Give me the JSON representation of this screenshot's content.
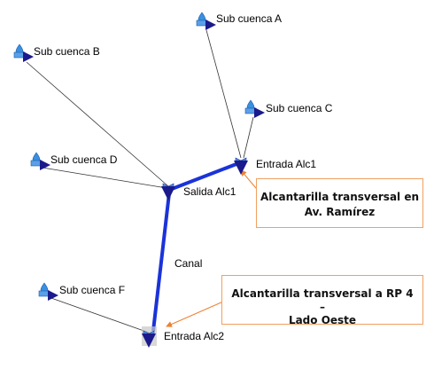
{
  "nodes": {
    "sub_a": "Sub cuenca A",
    "sub_b": "Sub cuenca B",
    "sub_c": "Sub cuenca C",
    "sub_d": "Sub cuenca D",
    "sub_f": "Sub cuenca F",
    "entrada_alc1": "Entrada Alc1",
    "salida_alc1": "Salida Alc1",
    "entrada_alc2": "Entrada Alc2"
  },
  "reach_label": "Canal",
  "callouts": {
    "alc1_line1": "Alcantarilla transversal en",
    "alc1_line2": "Av. Ramírez",
    "alc2_line1": "Alcantarilla transversal a RP 4",
    "alc2_line2": "–",
    "alc2_line3": "Lado Oeste"
  },
  "colors": {
    "reach": "#1a33d9",
    "link": "#333333",
    "callout_border": "#f0a060",
    "arrow": "#2a2ad0"
  },
  "icons": {
    "subbasin": "subbasin-icon",
    "junction": "junction-icon"
  }
}
